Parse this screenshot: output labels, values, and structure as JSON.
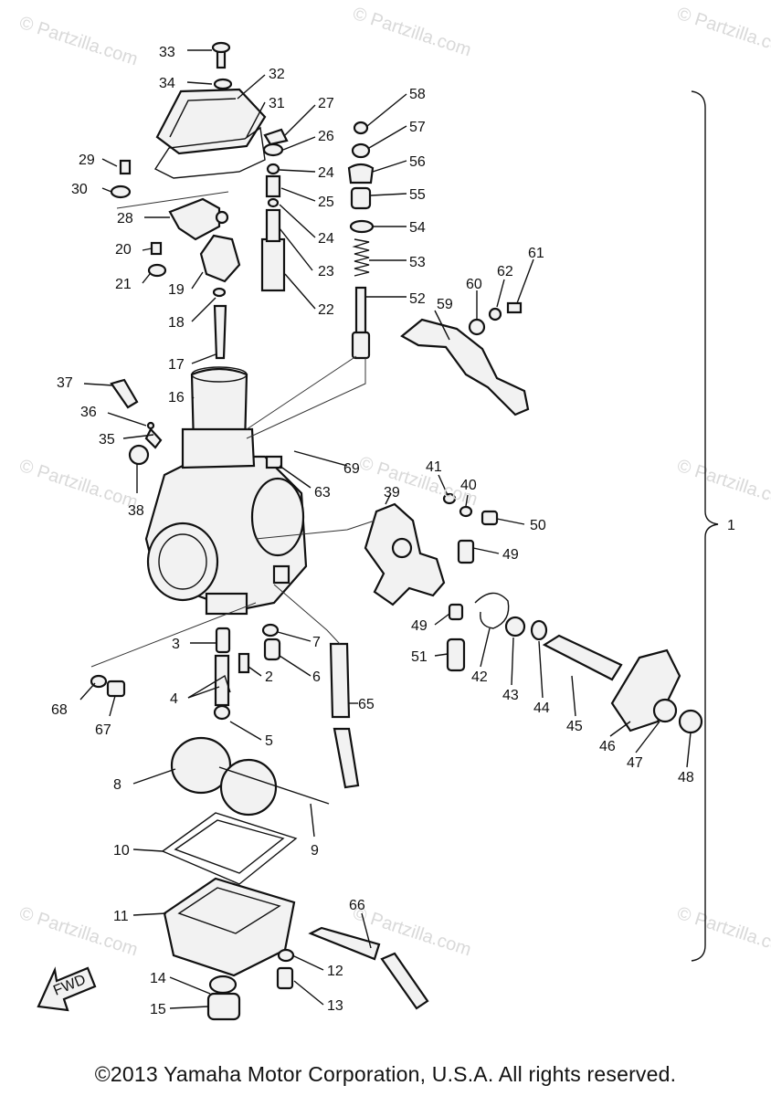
{
  "watermark": "© Partzilla.com",
  "watermark_center": "© Partzilla.com",
  "part_numbers": {
    "n1": "1",
    "n2": "2",
    "n3": "3",
    "n4": "4",
    "n5": "5",
    "n6": "6",
    "n7": "7",
    "n8": "8",
    "n9": "9",
    "n10": "10",
    "n11": "11",
    "n12": "12",
    "n13": "13",
    "n14": "14",
    "n15": "15",
    "n16": "16",
    "n17": "17",
    "n18": "18",
    "n19": "19",
    "n20": "20",
    "n21": "21",
    "n22": "22",
    "n23": "23",
    "n24a": "24",
    "n24b": "24",
    "n25": "25",
    "n26": "26",
    "n27": "27",
    "n28": "28",
    "n29": "29",
    "n30": "30",
    "n31": "31",
    "n32": "32",
    "n33": "33",
    "n34": "34",
    "n35": "35",
    "n36": "36",
    "n37": "37",
    "n38": "38",
    "n39": "39",
    "n40": "40",
    "n41": "41",
    "n42": "42",
    "n43": "43",
    "n44": "44",
    "n45": "45",
    "n46": "46",
    "n47": "47",
    "n48": "48",
    "n49a": "49",
    "n49b": "49",
    "n50": "50",
    "n51": "51",
    "n52": "52",
    "n53": "53",
    "n54": "54",
    "n55": "55",
    "n56": "56",
    "n57": "57",
    "n58": "58",
    "n59": "59",
    "n60": "60",
    "n61": "61",
    "n62": "62",
    "n63": "63",
    "n65": "65",
    "n66": "66",
    "n67": "67",
    "n68": "68",
    "n69": "69"
  },
  "fwd_label": "FWD",
  "copyright": "©2013 Yamaha Motor Corporation, U.S.A. All rights reserved."
}
